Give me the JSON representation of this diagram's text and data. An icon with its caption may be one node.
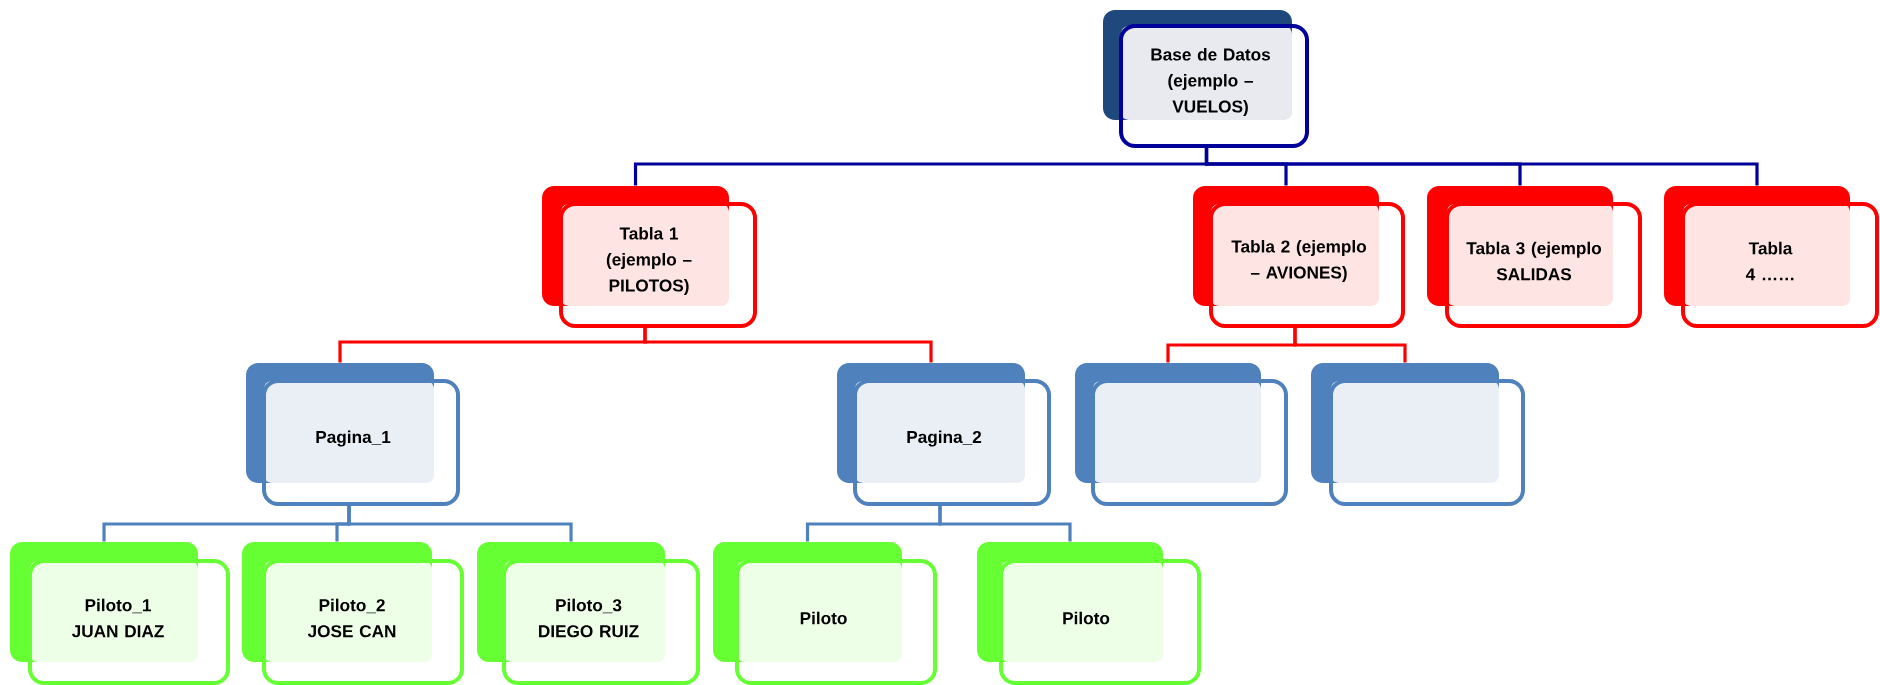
{
  "diagram": {
    "nodes": [
      {
        "text": [
          "Base de Datos (ejemplo – VUELOS)"
        ]
      },
      {
        "text": [
          "Tabla 1 (ejemplo – PILOTOS)"
        ]
      },
      {
        "text": [
          "Tabla 2 (ejemplo – AVIONES)"
        ]
      },
      {
        "text": [
          "Tabla 3 (ejemplo SALIDAS"
        ]
      },
      {
        "text": [
          "Tabla 4 ……"
        ]
      },
      {
        "text": [
          "Pagina_1"
        ]
      },
      {
        "text": [
          "Pagina_2"
        ]
      },
      {
        "text": [],
        "shape": "box"
      },
      {
        "text": [],
        "shape": "box"
      },
      {
        "text": [
          "Piloto_1 JUAN DIAZ"
        ]
      },
      {
        "text": [
          "Piloto_2 JOSE CAN"
        ]
      },
      {
        "text": [
          "Piloto_3 DIEGO RUIZ"
        ]
      },
      {
        "text": [
          "Piloto"
        ]
      },
      {
        "text": [
          "Piloto"
        ]
      }
    ],
    "edges": [
      {
        "from": 0,
        "to": 1,
        "arrow": "none",
        "color": "#00009a"
      },
      {
        "from": 0,
        "to": 2,
        "arrow": "none",
        "color": "#00009a"
      },
      {
        "from": 0,
        "to": 3,
        "arrow": "none",
        "color": "#00009a"
      },
      {
        "from": 0,
        "to": 4,
        "arrow": "none",
        "color": "#00009a"
      },
      {
        "from": 1,
        "to": 5,
        "arrow": "none",
        "color": "#ff0000"
      },
      {
        "from": 1,
        "to": 6,
        "arrow": "none",
        "color": "#ff0000"
      },
      {
        "from": 2,
        "to": 7,
        "arrow": "none",
        "color": "#ff0000"
      },
      {
        "from": 2,
        "to": 8,
        "arrow": "none",
        "color": "#ff0000"
      },
      {
        "from": 5,
        "to": 9,
        "arrow": "none"
      },
      {
        "from": 5,
        "to": 10,
        "arrow": "none"
      },
      {
        "from": 5,
        "to": 11,
        "arrow": "none"
      },
      {
        "from": 6,
        "to": 12,
        "arrow": "none"
      },
      {
        "from": 6,
        "to": 13,
        "arrow": "none"
      }
    ]
  }
}
